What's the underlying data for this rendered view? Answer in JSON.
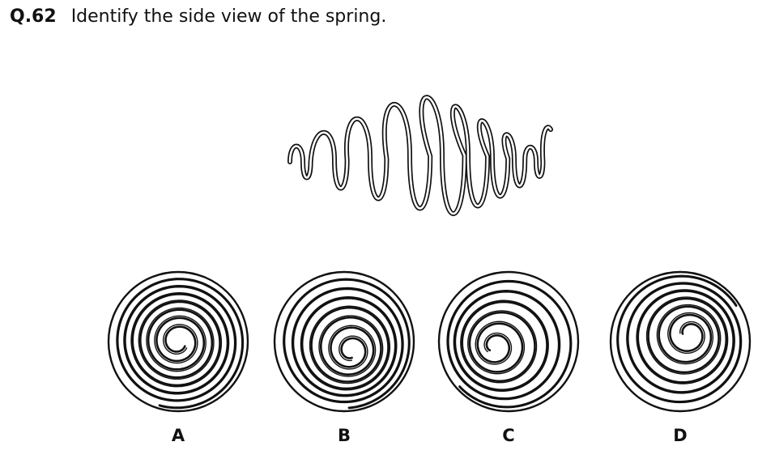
{
  "question": {
    "number": "Q.62",
    "text": "Identify the side view of the spring."
  },
  "figure": {
    "stroke_color": "#111111",
    "background": "#ffffff"
  },
  "options": [
    {
      "label": "A",
      "coils": [
        3,
        3,
        2,
        2,
        1
      ]
    },
    {
      "label": "B",
      "coils": [
        3,
        3,
        2,
        2,
        1
      ]
    },
    {
      "label": "C",
      "coils": [
        3,
        2,
        2,
        1,
        1
      ]
    },
    {
      "label": "D",
      "coils": [
        3,
        2,
        2,
        2,
        1
      ]
    }
  ]
}
